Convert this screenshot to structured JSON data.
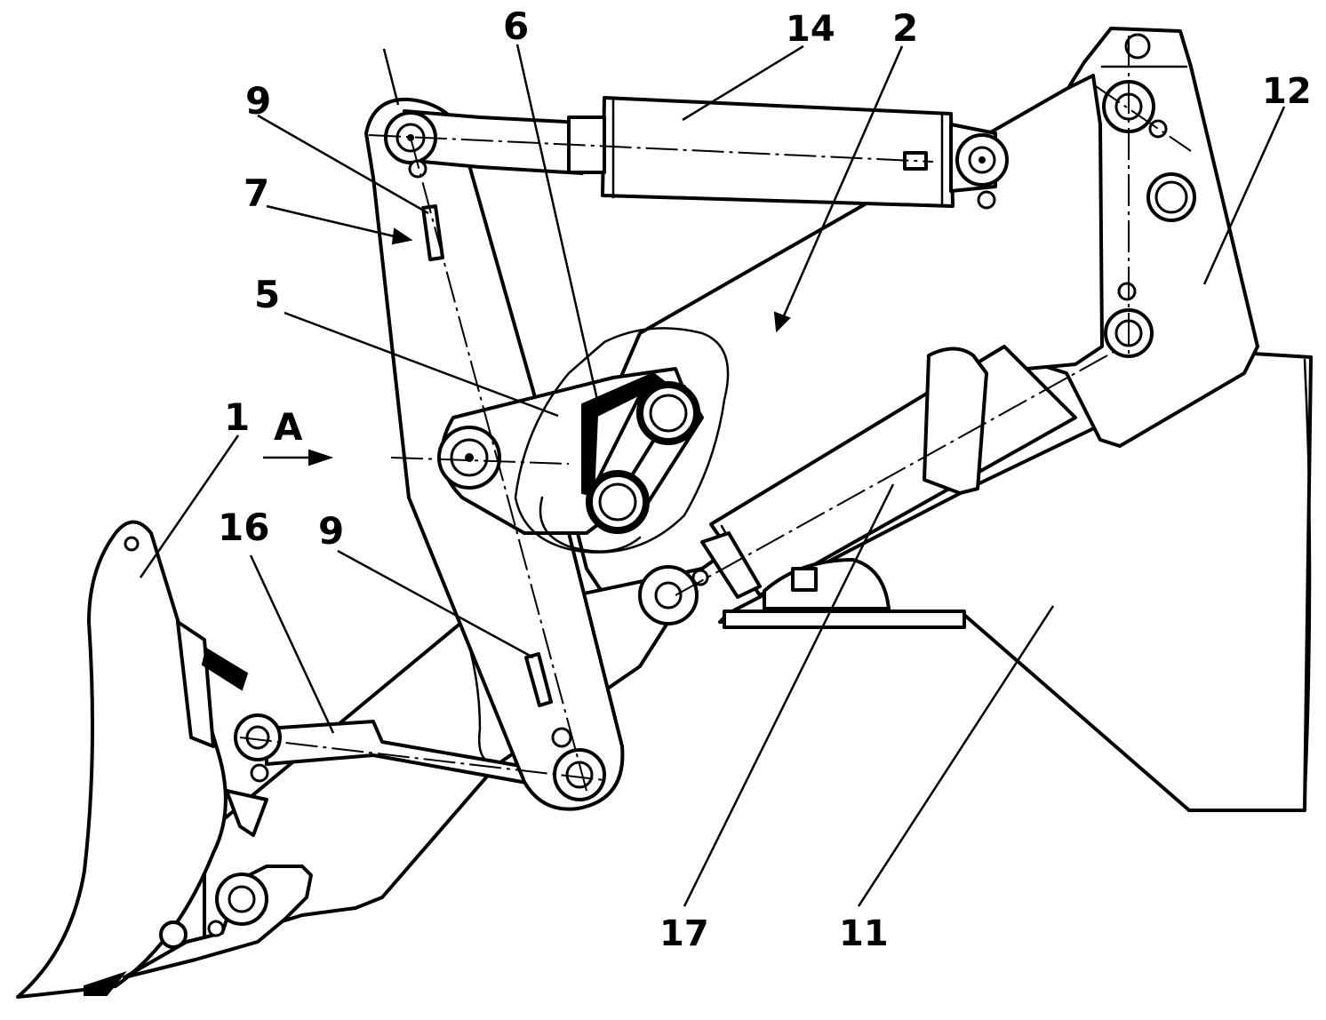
{
  "figure": {
    "view_arrow_label": "A",
    "callouts": [
      {
        "id": "c1",
        "text": "1"
      },
      {
        "id": "c16",
        "text": "16"
      },
      {
        "id": "c9a",
        "text": "9"
      },
      {
        "id": "c9b",
        "text": "9"
      },
      {
        "id": "c7",
        "text": "7"
      },
      {
        "id": "c5",
        "text": "5"
      },
      {
        "id": "c6",
        "text": "6"
      },
      {
        "id": "c14",
        "text": "14"
      },
      {
        "id": "c2",
        "text": "2"
      },
      {
        "id": "c12",
        "text": "12"
      },
      {
        "id": "c17",
        "text": "17"
      },
      {
        "id": "c11",
        "text": "11"
      }
    ]
  },
  "colors": {
    "line": "#000000",
    "paper": "#ffffff"
  }
}
